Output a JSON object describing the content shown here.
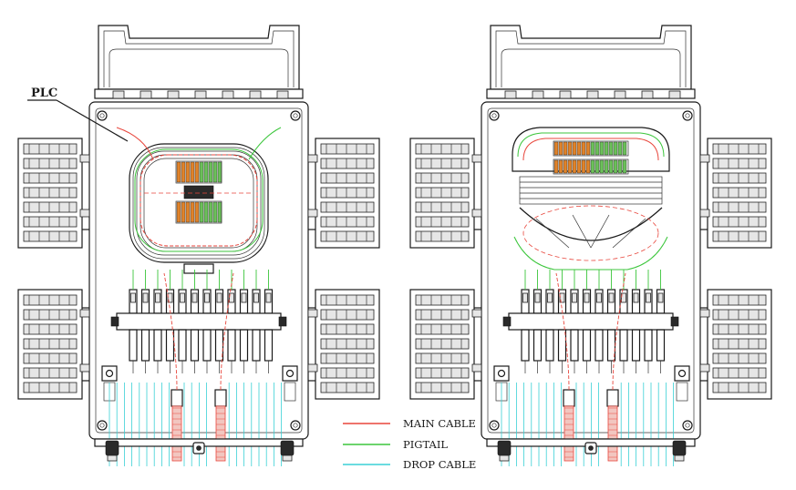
{
  "labels": {
    "plc": "PLC"
  },
  "legend": {
    "items": [
      {
        "key": "main",
        "label": "MAIN CABLE",
        "color": "#e8463c"
      },
      {
        "key": "pigtail",
        "label": "PIGTAIL",
        "color": "#3cc63c"
      },
      {
        "key": "drop",
        "label": "DROP CABLE",
        "color": "#3ad0d6"
      }
    ]
  },
  "colors": {
    "outline": "#1a1a1a",
    "adapter_orange": "#e0832a",
    "adapter_green": "#6cc05a",
    "main_cable": "#e8463c",
    "pigtail": "#3cc63c",
    "drop_cable": "#3ad0d6"
  },
  "icons": {
    "gland": "cable-gland-icon",
    "lock": "latch-icon"
  }
}
